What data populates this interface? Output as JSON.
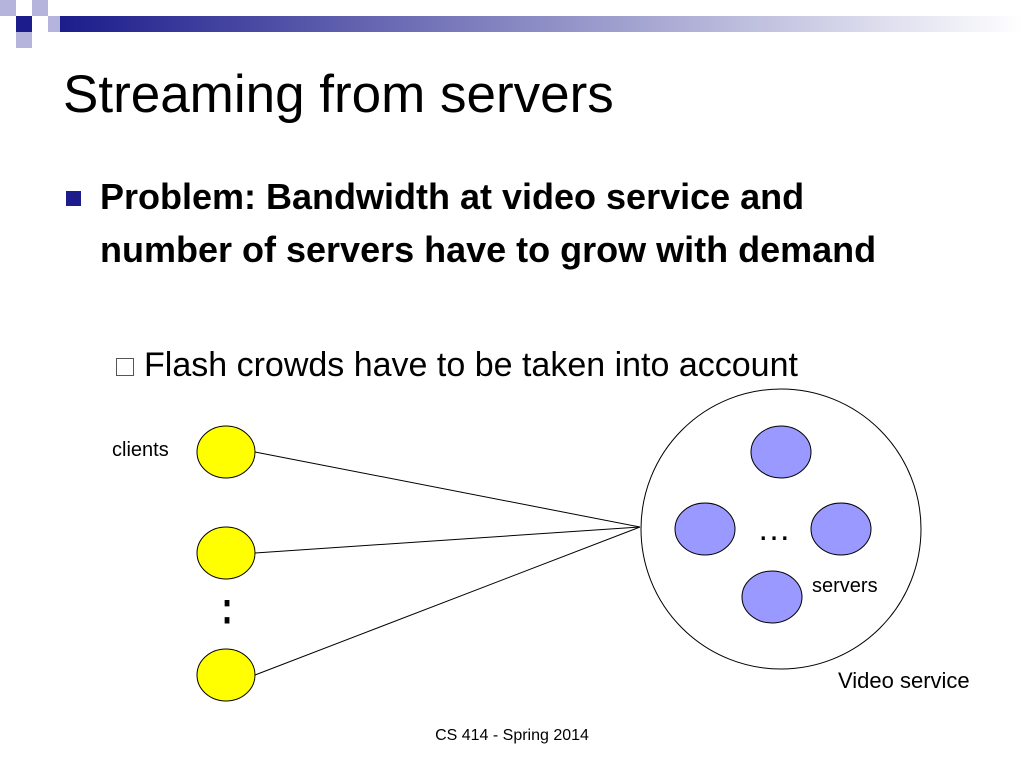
{
  "slide": {
    "title": "Streaming from servers",
    "bullet": "Problem: Bandwidth at video service and number of servers have to grow with demand",
    "sub_bullet": "Flash crowds have to be taken into account",
    "footer": "CS 414 - Spring 2014"
  },
  "diagram": {
    "clients_label": "clients",
    "servers_label": "servers",
    "service_label": "Video service",
    "server_ellipsis": "…",
    "client_ellipsis": ":"
  },
  "colors": {
    "accent_navy": "#1c1c8c",
    "client_fill": "#ffff00",
    "server_fill": "#9999ff"
  }
}
